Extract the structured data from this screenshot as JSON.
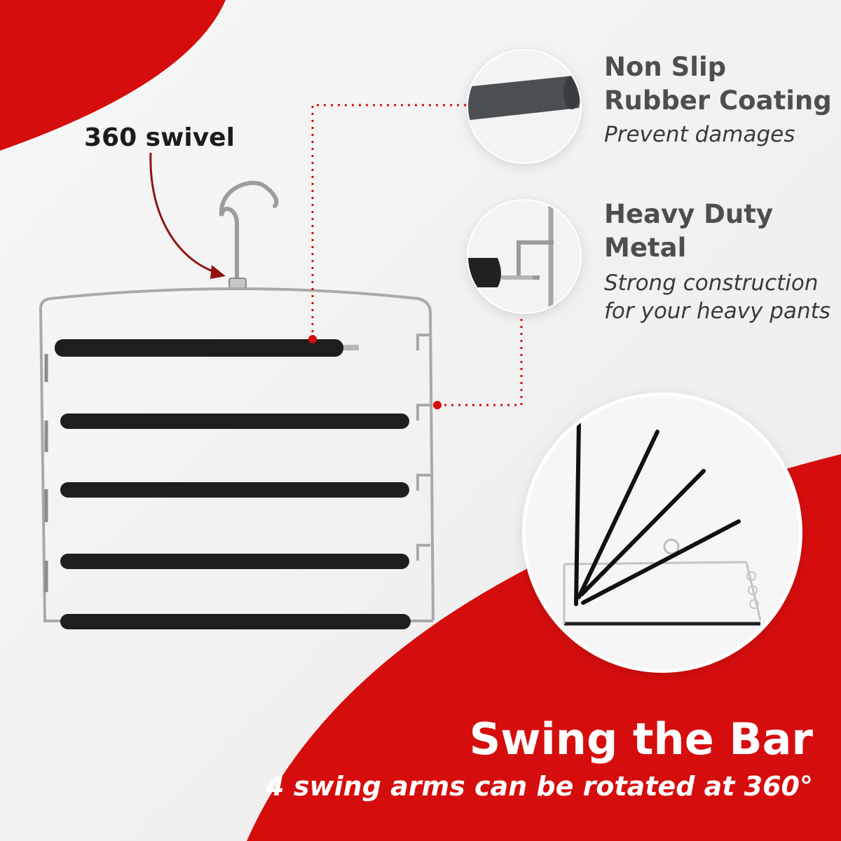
{
  "callouts": {
    "swivel_label": "360 swivel"
  },
  "features": [
    {
      "title_line1": "Non Slip",
      "title_line2": "Rubber Coating",
      "subtitle_line1": "Prevent damages",
      "subtitle_line2": ""
    },
    {
      "title_line1": "Heavy Duty",
      "title_line2": "Metal",
      "subtitle_line1": "Strong construction",
      "subtitle_line2": "for your heavy pants"
    }
  ],
  "swing": {
    "title": "Swing the Bar",
    "subtitle": "4 swing arms can be rotated at 360°"
  },
  "colors": {
    "brand_red": "#d60d0d",
    "bar_black": "#1e1e1e",
    "chrome": "#a9a9a9",
    "heading_gray": "#4e4e4e",
    "circle_bg": "#f4f4f4"
  },
  "icons": {
    "hanger": "hanger-illustration",
    "rubber_detail": "rubber-coating-detail-image",
    "metal_detail": "metal-joint-detail-image",
    "swing_detail": "swing-arms-detail-image"
  }
}
